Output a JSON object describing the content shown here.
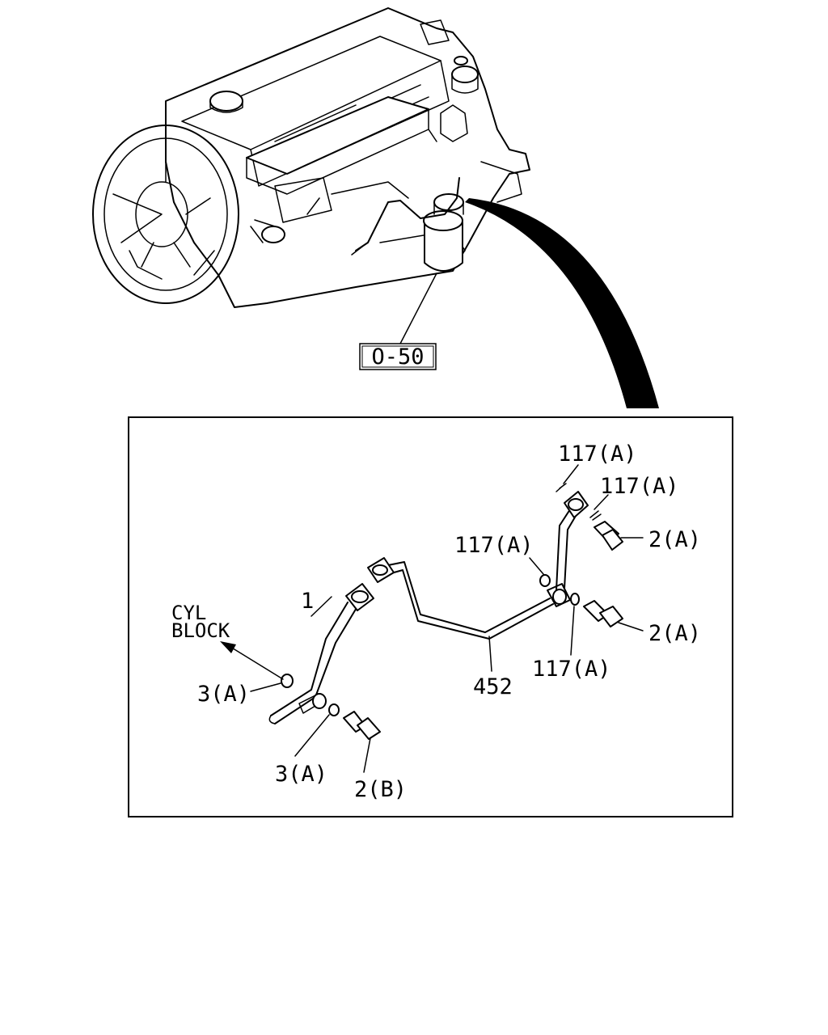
{
  "callouts": {
    "ref_box": "O-50",
    "cyl_line1": "CYL",
    "cyl_line2": "BLOCK",
    "part_1": "1",
    "part_452": "452",
    "part_117a_top": "117(A)",
    "part_117a_right": "117(A)",
    "part_117a_mid": "117(A)",
    "part_117a_bottom": "117(A)",
    "part_2a_upper": "2(A)",
    "part_2a_lower": "2(A)",
    "part_2b": "2(B)",
    "part_3a_left": "3(A)",
    "part_3a_bottom": "3(A)"
  }
}
